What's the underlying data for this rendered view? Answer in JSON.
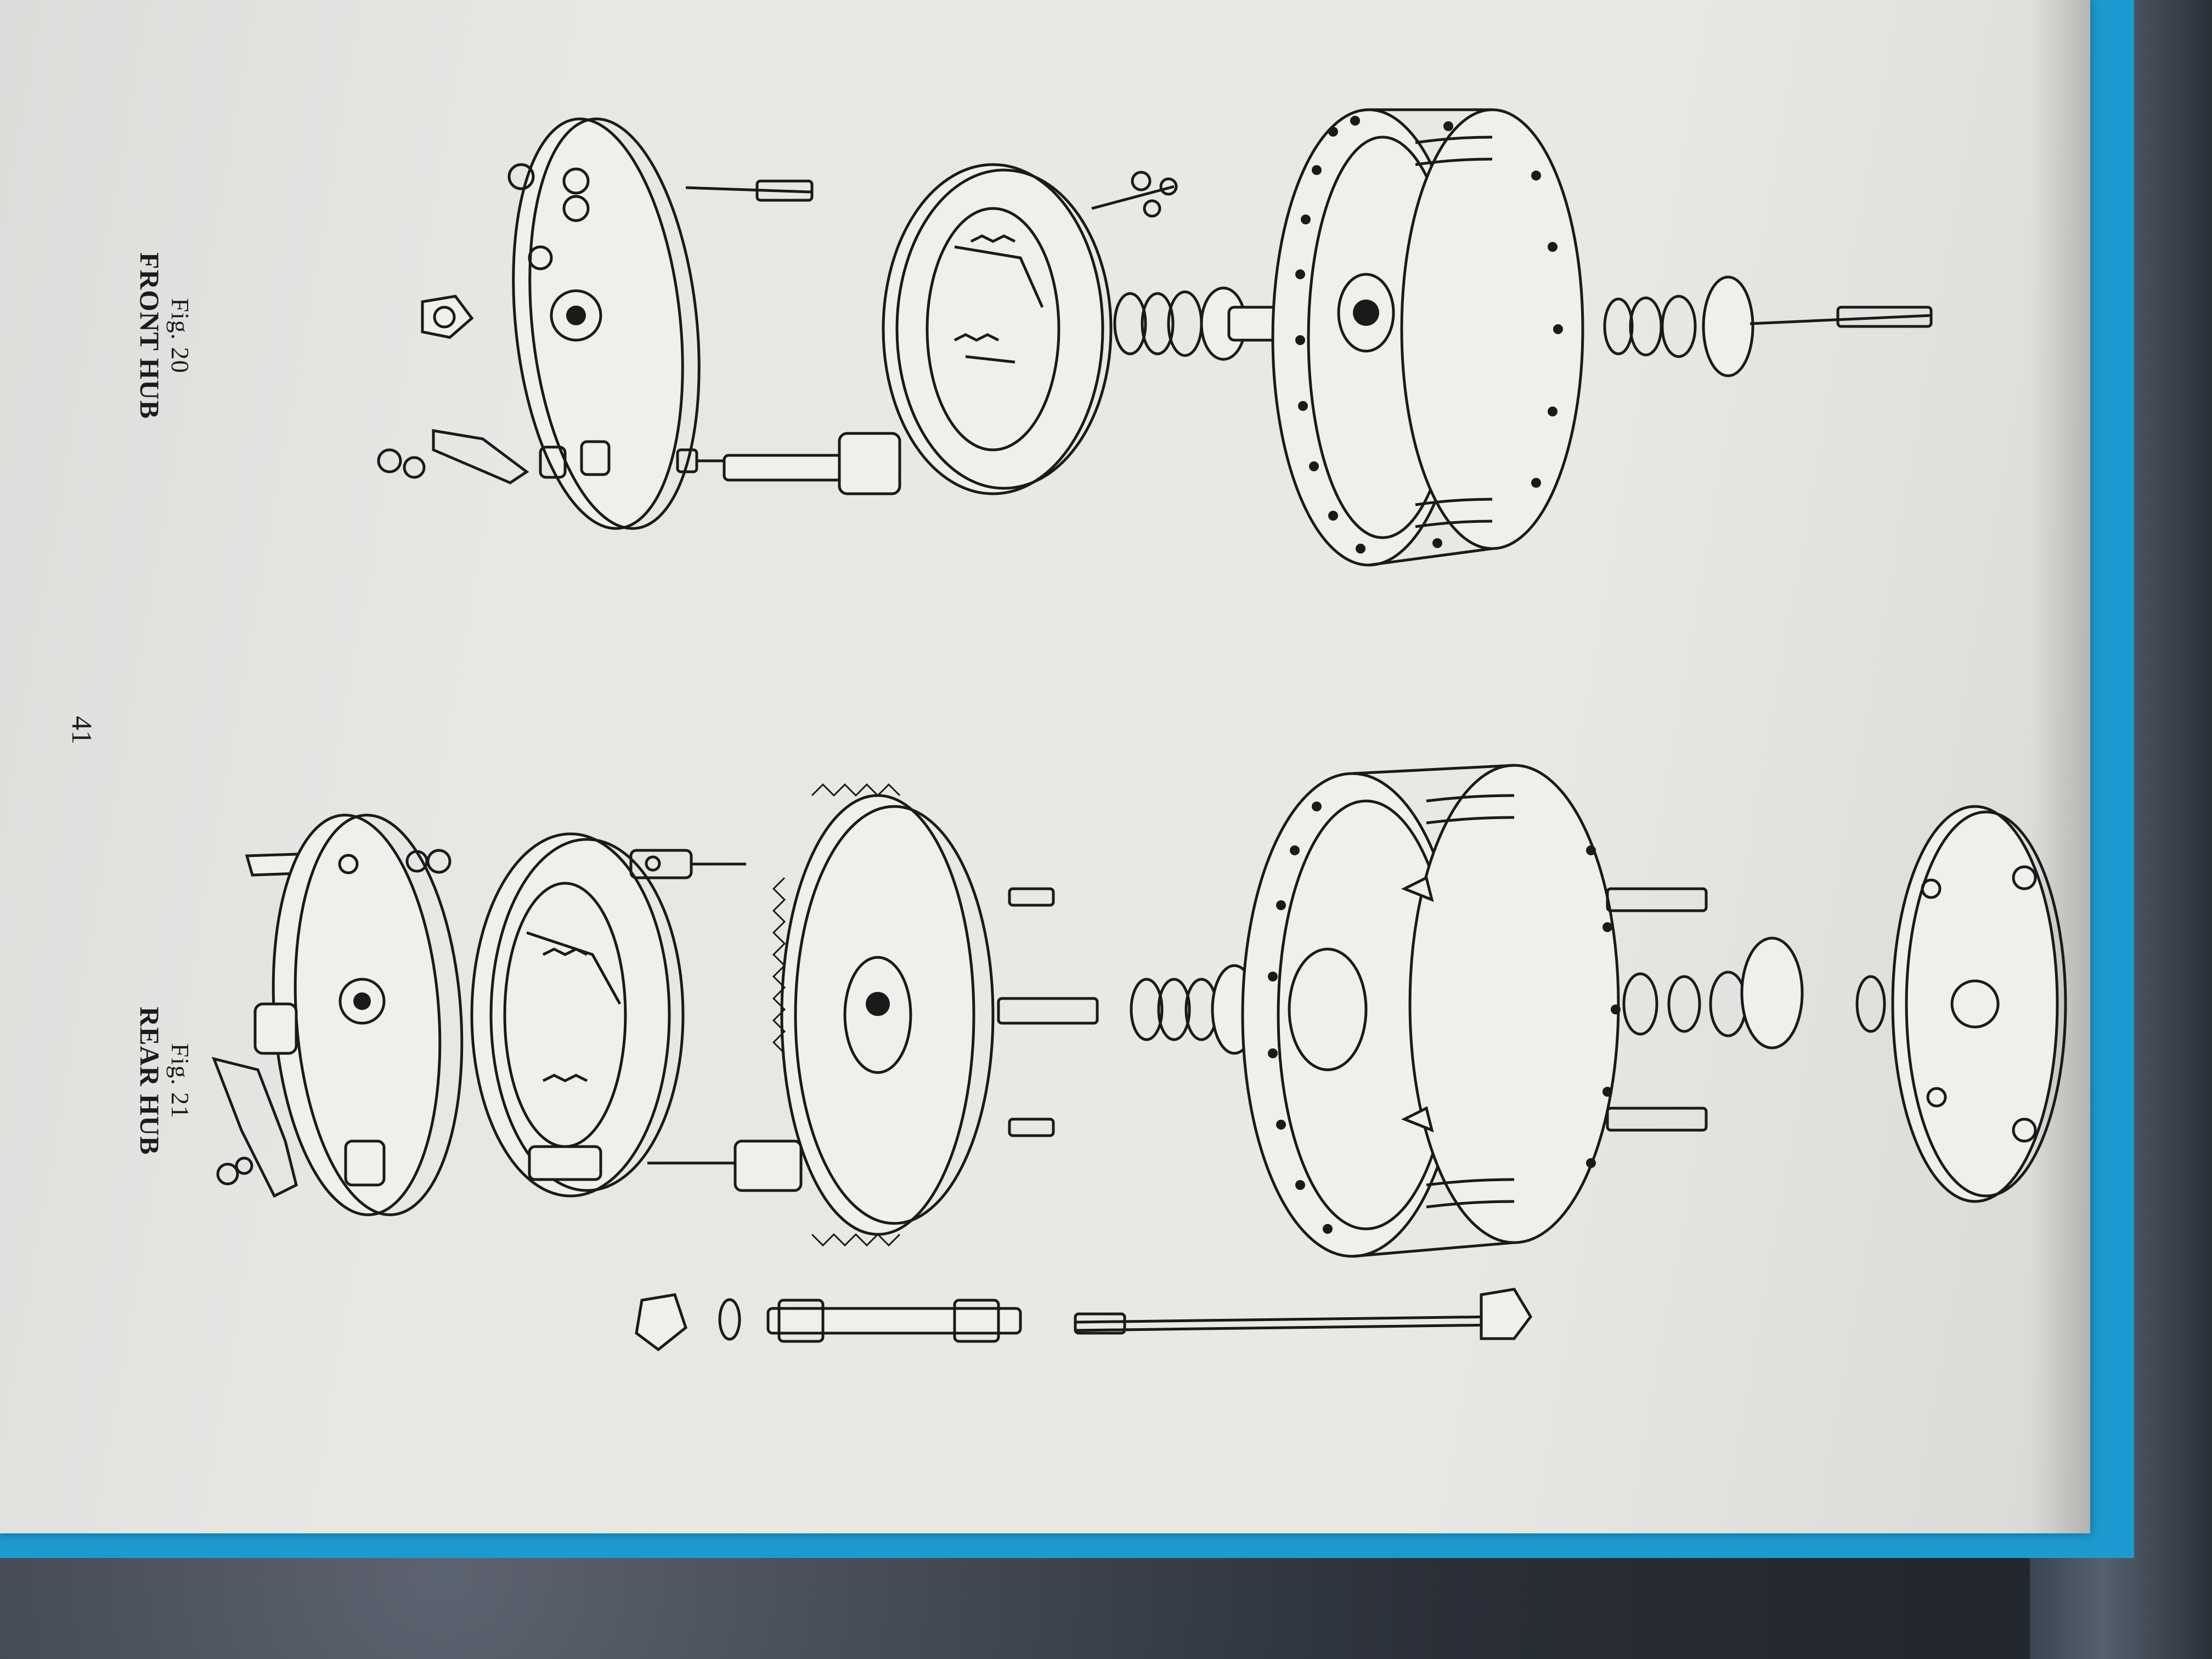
{
  "page": {
    "page_number": "41",
    "figures": [
      {
        "fig_label": "Fig. 20",
        "title": "FRONT HUB"
      },
      {
        "fig_label": "Fig. 21",
        "title": "REAR HUB"
      }
    ]
  },
  "colors": {
    "paper": "#e6e6e3",
    "ink": "#1a1a1a",
    "book_cover": "#1d9ad0",
    "background_fabric": "#2b3038"
  }
}
